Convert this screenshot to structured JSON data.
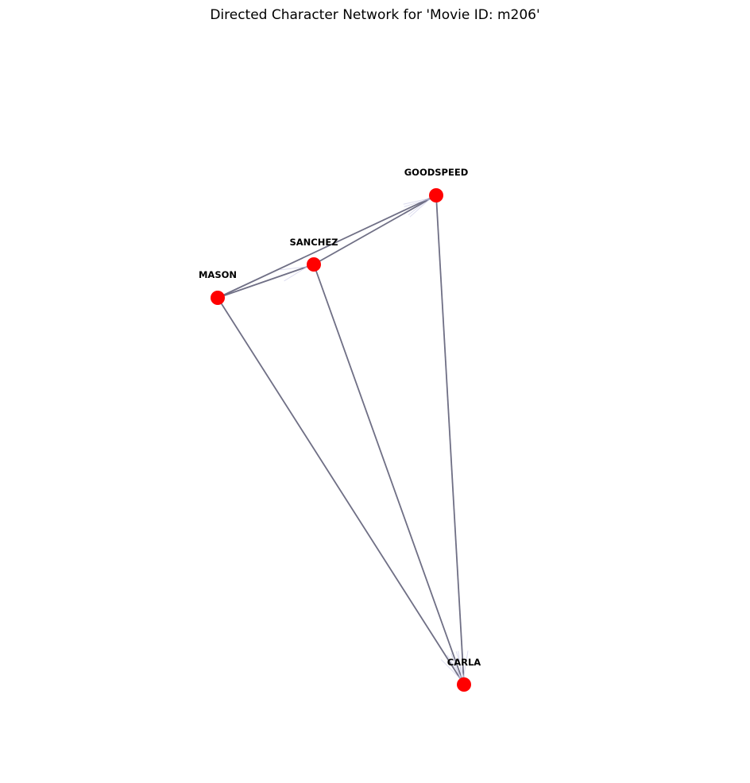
{
  "title": "Directed Character Network for 'Movie ID: m206'",
  "colors": {
    "node": "#ff0000",
    "edge": "#6f6f85",
    "label": "#000000"
  },
  "nodes": [
    {
      "id": "goodspeed",
      "label": "GOODSPEED"
    },
    {
      "id": "sanchez",
      "label": "SANCHEZ"
    },
    {
      "id": "mason",
      "label": "MASON"
    },
    {
      "id": "carla",
      "label": "CARLA"
    }
  ],
  "edges": [
    {
      "source": "mason",
      "target": "goodspeed"
    },
    {
      "source": "mason",
      "target": "sanchez"
    },
    {
      "source": "sanchez",
      "target": "goodspeed"
    },
    {
      "source": "mason",
      "target": "carla"
    },
    {
      "source": "sanchez",
      "target": "carla"
    },
    {
      "source": "goodspeed",
      "target": "carla"
    }
  ]
}
